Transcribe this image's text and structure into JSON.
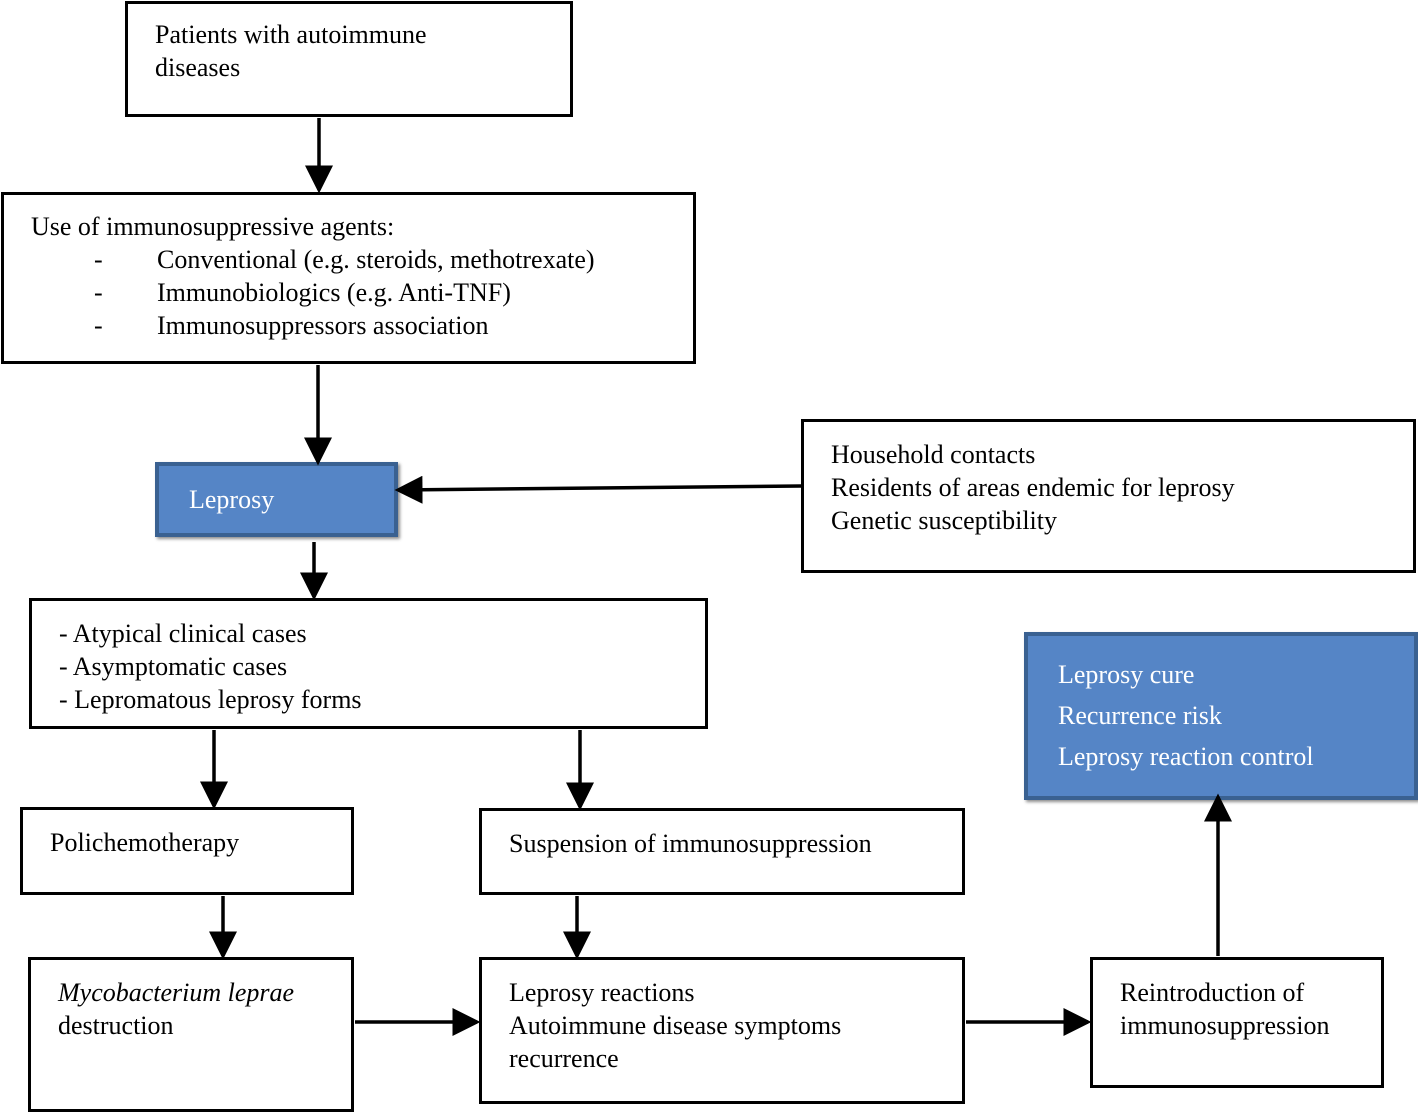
{
  "nodes": {
    "autoimmune": {
      "lines": [
        "Patients with autoimmune",
        "diseases"
      ]
    },
    "immunosuppressive": {
      "heading": "Use of immunosuppressive agents:",
      "bullets": [
        {
          "dash": "-",
          "text": "Conventional (e.g. steroids, methotrexate)"
        },
        {
          "dash": "-",
          "text": "Immunobiologics (e.g. Anti-TNF)"
        },
        {
          "dash": "-",
          "text": "Immunosuppressors association"
        }
      ]
    },
    "leprosy": {
      "label": "Leprosy"
    },
    "risk_factors": {
      "lines": [
        "Household contacts",
        "Residents of areas endemic for leprosy",
        "Genetic susceptibility"
      ]
    },
    "presentations": {
      "lines": [
        "- Atypical clinical cases",
        "- Asymptomatic cases",
        "- Lepromatous leprosy forms"
      ]
    },
    "outcomes": {
      "lines": [
        "Leprosy cure",
        "Recurrence risk",
        "Leprosy reaction control"
      ]
    },
    "polichemotherapy": {
      "label": "Polichemotherapy"
    },
    "suspension": {
      "label": "Suspension of immunosuppression"
    },
    "destruction": {
      "italic": "Mycobacterium leprae",
      "rest": "destruction"
    },
    "reactions": {
      "lines": [
        "Leprosy reactions",
        "Autoimmune disease symptoms",
        "recurrence"
      ]
    },
    "reintroduction": {
      "lines": [
        "Reintroduction of",
        "immunosuppression"
      ]
    }
  },
  "colors": {
    "highlight_fill": "#5585c6",
    "highlight_border": "#3a6191",
    "line": "#000000"
  }
}
